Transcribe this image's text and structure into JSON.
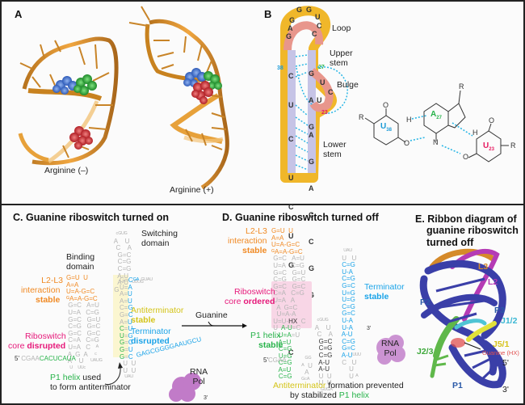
{
  "figure": {
    "panel_a": {
      "letter": "A",
      "labels": [
        "Arginine (–)",
        "Arginine (+)"
      ]
    },
    "panel_b": {
      "letter": "B",
      "hairpin": {
        "loop_left": [
          "A",
          "G",
          "G"
        ],
        "loop_top": [
          "G",
          "G",
          "U",
          "C",
          "C"
        ],
        "left_strand": [
          "C",
          "U",
          "C",
          "U",
          "C",
          "U",
          "G",
          "G",
          "C",
          "C"
        ],
        "right_strand": [
          "G",
          "A",
          "G",
          "U",
          "C",
          "U",
          "A",
          "G",
          "A",
          "C",
          "C",
          "G",
          "G"
        ],
        "index_38": "38",
        "index_27": "27",
        "index_23": "23"
      },
      "region_labels": {
        "loop": "Loop",
        "upper_stem": [
          "Upper",
          "stem"
        ],
        "bulge": "Bulge",
        "lower_stem": [
          "Lower",
          "stem"
        ]
      },
      "base_triple": {
        "u38": {
          "base": "U",
          "sub": "38"
        },
        "a27": {
          "base": "A",
          "sub": "27"
        },
        "u23": {
          "base": "U",
          "sub": "23"
        },
        "atoms": {
          "R": "R",
          "N": "N",
          "O": "O",
          "H": "H"
        }
      },
      "colors": {
        "backbone": "#f0b72a",
        "loop_fill": "#e8968c",
        "stem_fill": "#c6c4e6",
        "hbond": "#2cb7e6",
        "u38": "#1a9ad6",
        "a27": "#27b34a",
        "u23": "#e6195f"
      }
    },
    "panel_c": {
      "title": "C. Guanine riboswitch turned on",
      "switching_domain": [
        "Switching",
        "domain"
      ],
      "binding_domain": [
        "Binding",
        "domain"
      ],
      "l2l3": {
        "line1": "L2-L3",
        "line2": "interaction",
        "line3": "stable"
      },
      "core": {
        "line1": "Riboswitch",
        "line2a": "core ",
        "line2b": "disrupted"
      },
      "antiterminator": {
        "line1": "Antiterminator",
        "line2": "stable"
      },
      "terminator": {
        "line1": "Terminator",
        "line2": "disrupted"
      },
      "p1_note": {
        "a": "P1 helix",
        "b": " used",
        "c": "to form antiterminator"
      },
      "five_prime": "5'",
      "seq_5p_gray": "CGAA",
      "seq_5p_green": "CACUCAUA",
      "seq_3p_cyan": "GAGCGGGGAAUGCU",
      "rna_pol": [
        "RNA",
        "Pol"
      ],
      "three_prime": "3'"
    },
    "arrow": {
      "label": "Guanine"
    },
    "panel_d": {
      "title": "D. Guanine riboswitch turned off",
      "l2l3": {
        "line1": "L2-L3",
        "line2": "interaction",
        "line3": "stable"
      },
      "core": {
        "line1": "Riboswitch",
        "line2a": "core ",
        "line2b": "ordered"
      },
      "hx": "HX",
      "p1": {
        "line1": "P1 helix",
        "line2": "stable"
      },
      "terminator": {
        "line1": "Terminator",
        "line2": "stable"
      },
      "five_prime": "5'",
      "seq_5p": "CGAA",
      "three_prime": "3'",
      "rna_pol": [
        "RNA",
        "Pol"
      ],
      "note": {
        "a": "Antiterminator",
        "b": " formation prevented",
        "c": "by stabilized ",
        "d": "P1 helix"
      }
    },
    "panel_e": {
      "title": [
        "E. Ribbon diagram of",
        "guanine riboswitch",
        "turned off"
      ],
      "labels": {
        "l3": "L3",
        "l2": "L2",
        "p2": "P2",
        "p3": "P3",
        "j12": "J1/2",
        "j51": "J5/1",
        "j23": "J2/3",
        "guanine": "Guanine (HX)",
        "p1": "P1",
        "five": "5'",
        "three": "3'"
      },
      "colors": {
        "helix": "#3a3fa8",
        "l3": "#d58a2a",
        "l2": "#b53bb5",
        "j12": "#4fc4d4",
        "j51": "#e2e23a",
        "j23": "#5fb84a",
        "guanine": "#e05050"
      }
    }
  }
}
